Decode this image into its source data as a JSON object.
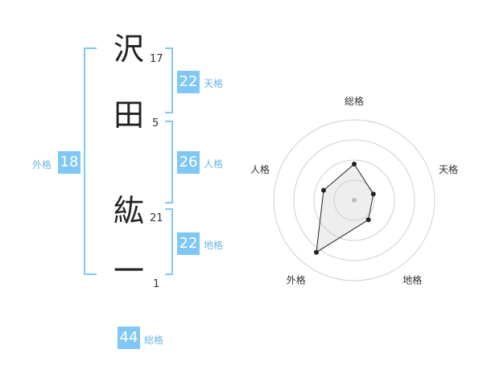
{
  "name": {
    "chars": [
      {
        "char": "沢",
        "strokes": "17"
      },
      {
        "char": "田",
        "strokes": "5"
      },
      {
        "char": "紘",
        "strokes": "21"
      },
      {
        "char": "一",
        "strokes": "1"
      }
    ]
  },
  "kakusu": {
    "tenkaku": {
      "value": "22",
      "label": "天格"
    },
    "jinkaku": {
      "value": "26",
      "label": "人格"
    },
    "chikaku": {
      "value": "22",
      "label": "地格"
    },
    "gaikaku": {
      "value": "18",
      "label": "外格"
    },
    "soukaku": {
      "value": "44",
      "label": "総格"
    }
  },
  "chart_data": {
    "type": "radar",
    "axes": [
      "総格",
      "天格",
      "地格",
      "外格",
      "人格"
    ],
    "values": [
      0.45,
      0.25,
      0.3,
      0.8,
      0.4
    ],
    "rings": 4
  }
}
